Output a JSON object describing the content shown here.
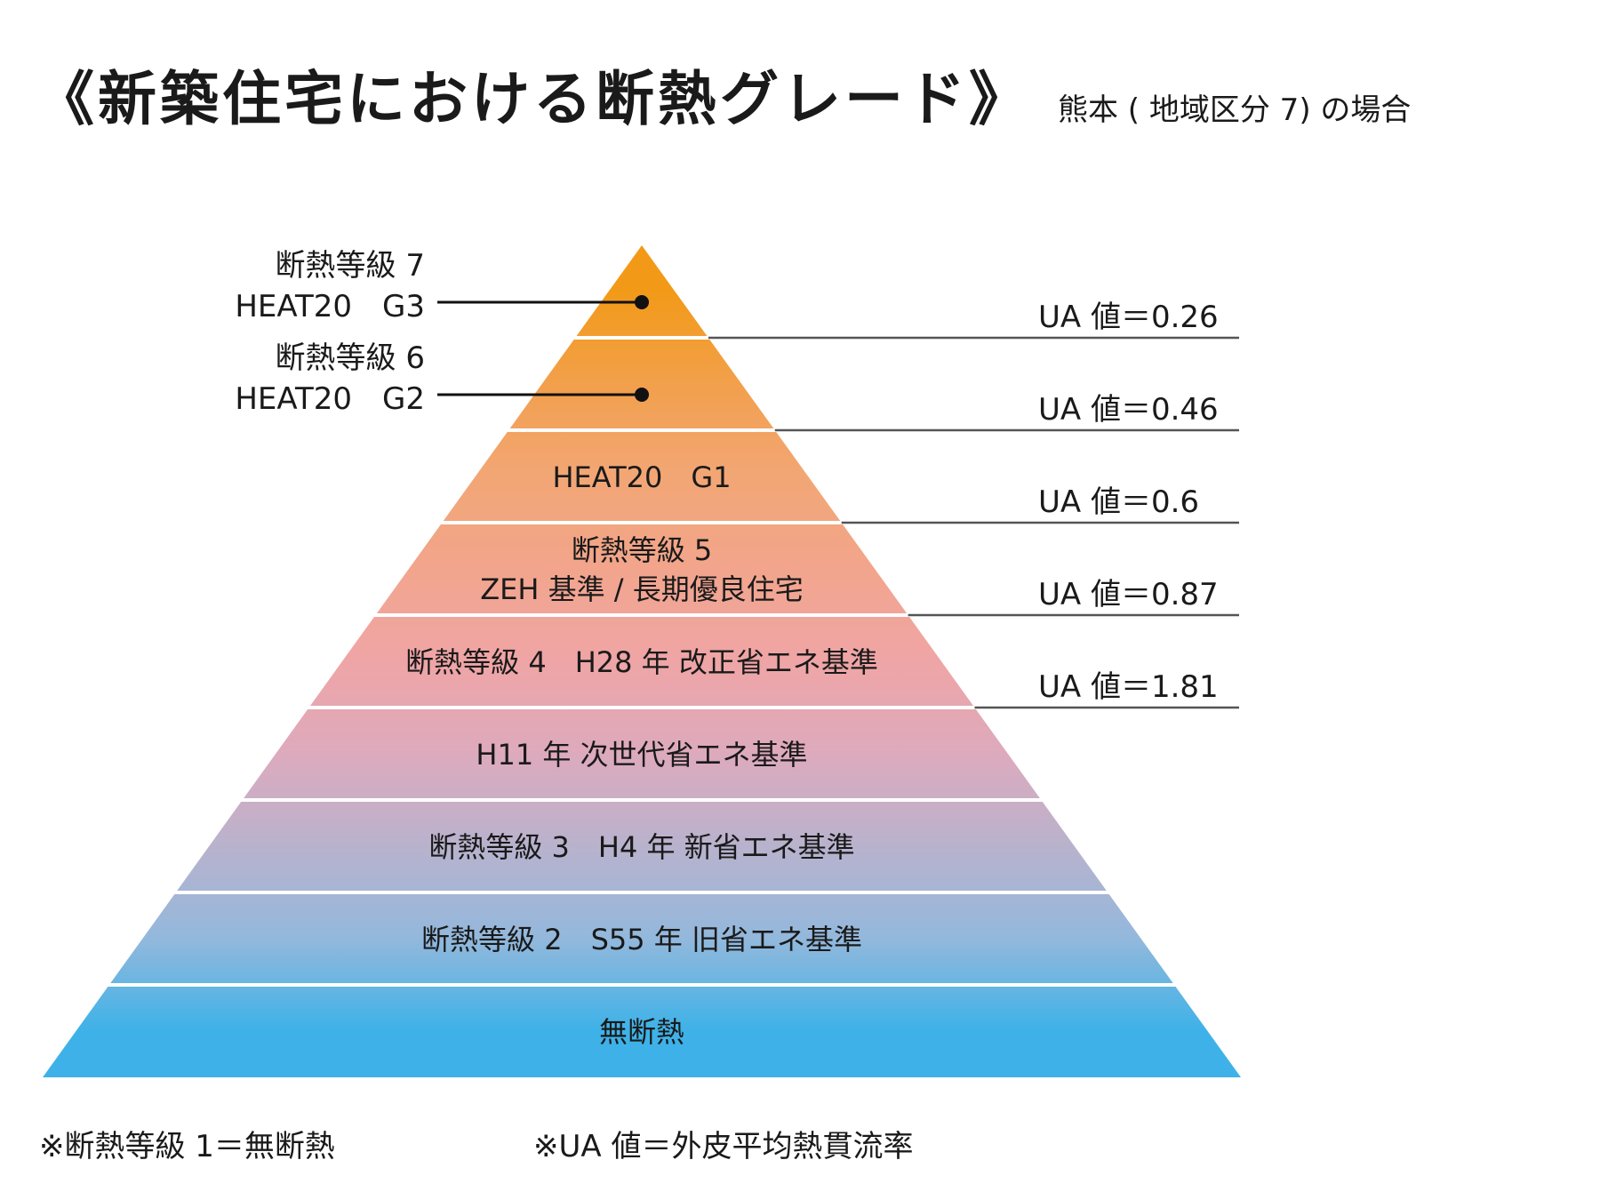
{
  "title": "《新築住宅における断熱グレード》",
  "subtitle": "熊本 ( 地域区分 7) の場合",
  "levels": [
    {
      "lines": [
        "断熱等級 7",
        "HEAT20　G3"
      ],
      "color": "#f29a18"
    },
    {
      "lines": [
        "断熱等級 6",
        "HEAT20　G2"
      ],
      "color": "#f2a04c"
    },
    {
      "lines": [
        "HEAT20　G1"
      ],
      "color": "#f2a675"
    },
    {
      "lines": [
        "断熱等級 5",
        "ZEH 基準 / 長期優良住宅"
      ],
      "color": "#f2a58c"
    },
    {
      "lines": [
        "断熱等級 4　H28 年 改正省エネ基準"
      ],
      "color": "#efa5a6"
    },
    {
      "lines": [
        "H11 年 次世代省エネ基準"
      ],
      "color": "#ddaabd"
    },
    {
      "lines": [
        "断熱等級 3　H4 年 新省エネ基準"
      ],
      "color": "#b9b2cd"
    },
    {
      "lines": [
        "断熱等級 2　S55 年 旧省エネ基準"
      ],
      "color": "#93b8dc"
    },
    {
      "lines": [
        "無断熱"
      ],
      "color": "#3eb2e8"
    }
  ],
  "ua_values": [
    "UA 値＝0.26",
    "UA 値＝0.46",
    "UA 値＝0.6",
    "UA 値＝0.87",
    "UA 値＝1.81"
  ],
  "notes": {
    "left": "※断熱等級 1＝無断熱",
    "right": "※UA 値＝外皮平均熱貫流率"
  }
}
